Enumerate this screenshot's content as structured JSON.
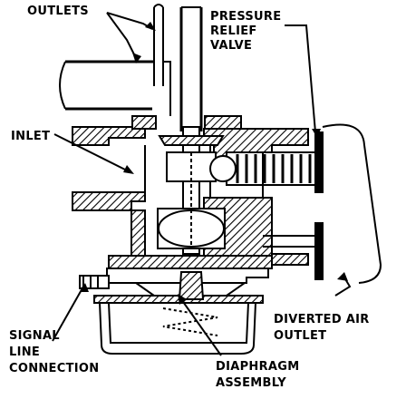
{
  "labels": {
    "outlets": "OUTLETS",
    "pressure_relief_valve": [
      "PRESSURE",
      "RELIEF",
      "VALVE"
    ],
    "inlet": "INLET",
    "signal_line_connection": [
      "SIGNAL",
      "LINE",
      "CONNECTION"
    ],
    "diverted_air_outlet": [
      "DIVERTED AIR",
      "OUTLET"
    ],
    "diaphragm_assembly": [
      "DIAPHRAGM",
      "ASSEMBLY"
    ]
  }
}
